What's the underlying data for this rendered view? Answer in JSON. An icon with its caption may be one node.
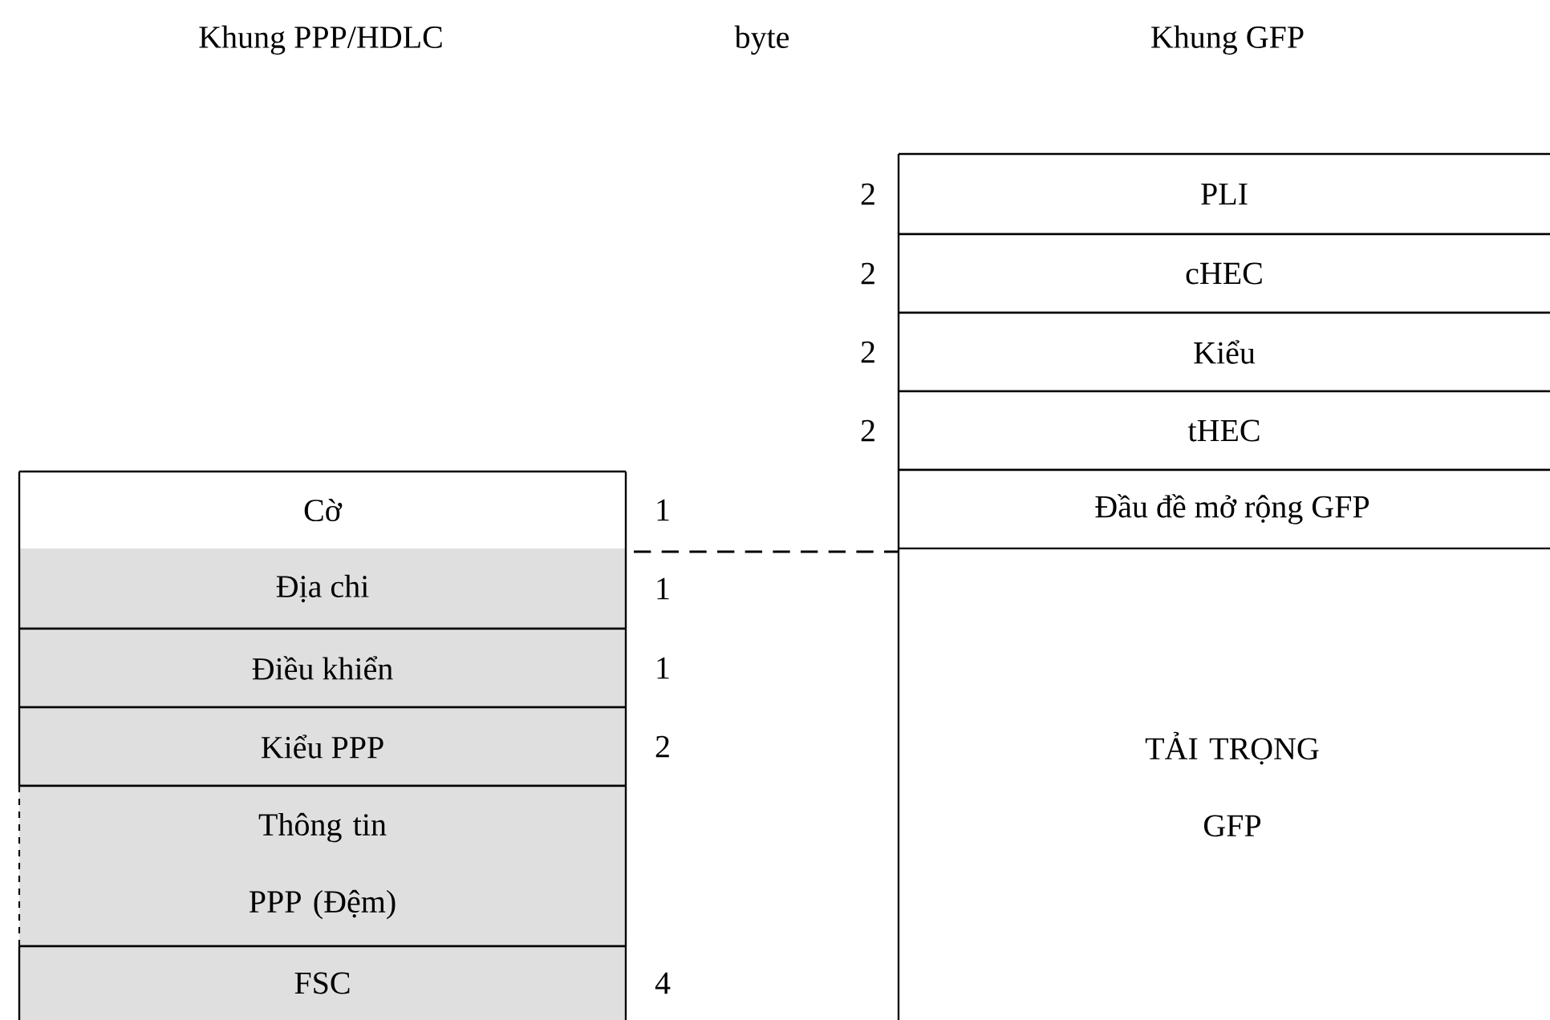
{
  "diagram": {
    "nodes": [
      {
        "text": [
          "Cờ"
        ],
        "beside": [
          "1"
        ]
      },
      {
        "text": [
          "Địa chi"
        ],
        "beside": [
          "1"
        ]
      },
      {
        "text": [
          "Điều khiển"
        ],
        "beside": [
          "1"
        ]
      },
      {
        "text": [
          "Kiểu PPP"
        ],
        "beside": [
          "2"
        ]
      },
      {
        "text": [
          "Thông tin PPP (Đệm)"
        ]
      },
      {
        "text": [
          "FSC"
        ],
        "beside": [
          "4"
        ]
      },
      {
        "text": [
          "PLI"
        ],
        "beside": [
          "2"
        ]
      },
      {
        "text": [
          "cHEC"
        ],
        "beside": [
          "2"
        ]
      },
      {
        "text": [
          "Kiểu"
        ],
        "beside": [
          "2"
        ]
      },
      {
        "text": [
          "tHEC"
        ],
        "beside": [
          "2"
        ]
      },
      {
        "text": [
          "Đầu đề mở rộng GFP"
        ]
      },
      {
        "text": [
          "TẢI TRỌNG GFP"
        ]
      }
    ],
    "labels": [
      "Khung PPP/HDLC",
      "byte",
      "Khung GFP"
    ]
  }
}
